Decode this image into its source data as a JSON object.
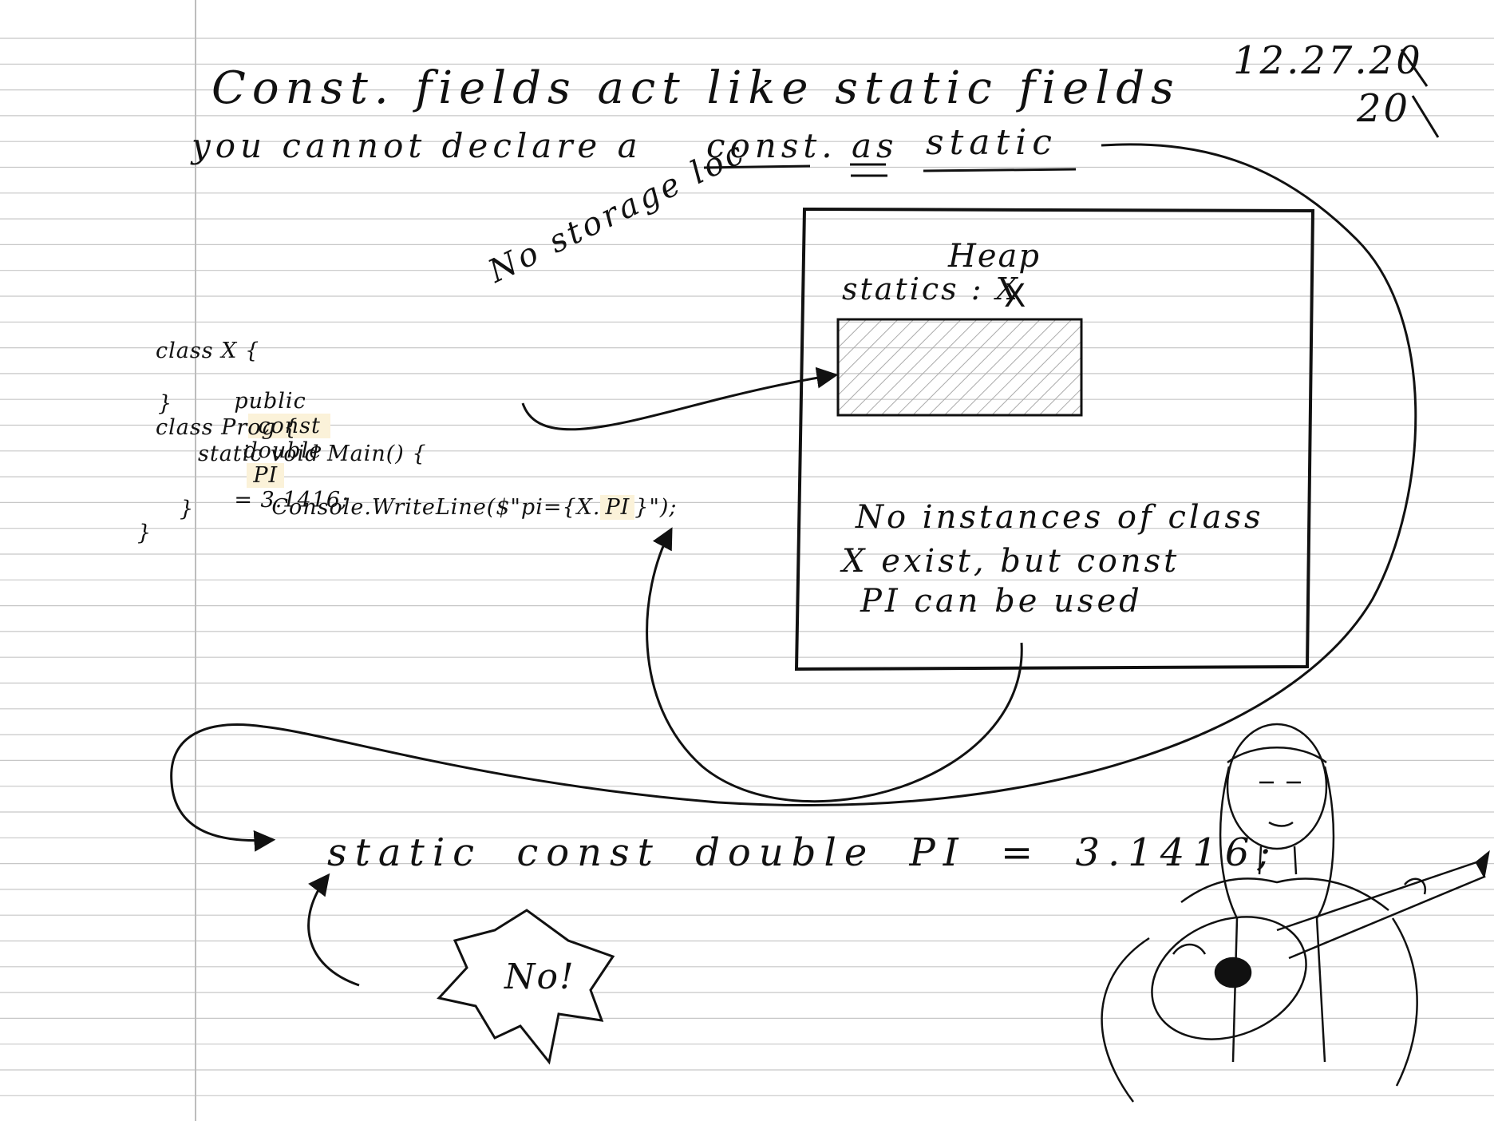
{
  "title": "Const. fields act like static fields",
  "date": {
    "line1": "12.27.20",
    "line2": "20"
  },
  "subtitle": {
    "prefix": "you cannot declare a",
    "word1": "const.",
    "word2": "as",
    "word3": "static"
  },
  "storage_note": "No storage loc",
  "code": {
    "line1": "class X {",
    "line2_a": "public",
    "line2_const": "const",
    "line2_b": "double",
    "line2_pi": "PI",
    "line2_c": "= 3.1416;",
    "line3": "}",
    "line4": "class Prog {",
    "line5": "static void Main() {",
    "line6_a": "Console.WriteLine($\"pi={X.",
    "line6_pi": "PI",
    "line6_b": "}\");",
    "line7": "}",
    "line8": "}"
  },
  "heap": {
    "title": "Heap",
    "statics_label": "statics : X",
    "note_line1": "No instances of class",
    "note_line2": "X exist, but const",
    "note_line3": "PI can be used"
  },
  "bad_code": "static const double PI = 3.1416;",
  "no_burst": "No!",
  "colors": {
    "ink": "#111111",
    "ruled_line": "#c7c7c7",
    "margin_line": "#bdbdbd",
    "highlight": "#fbf2d9",
    "hatch": "#aaaaaa"
  },
  "icons": {
    "illustration": "woman-playing-lute-illustration",
    "burst": "starburst-icon"
  }
}
